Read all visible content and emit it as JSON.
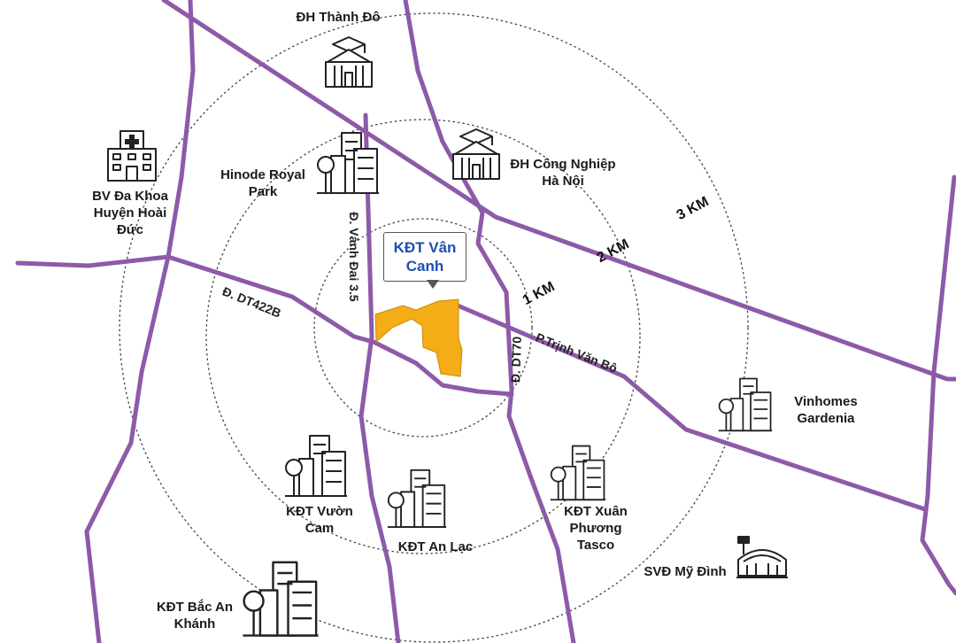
{
  "colors": {
    "road": "#8e5aa8",
    "project": "#f4ac17",
    "ring": "#444444",
    "callout_text": "#1e4fb5"
  },
  "project": {
    "line1": "KĐT Vân",
    "line2": "Canh"
  },
  "rings": {
    "r1": "1 KM",
    "r2": "2 KM",
    "r3": "3 KM"
  },
  "roads": {
    "dt422b": "Đ. DT422B",
    "vanh_dai": "Đ. Vành Đai 3.5",
    "trinh_van_bo": "P.Trịnh Văn Bô",
    "dt70": "Đ. DT70"
  },
  "places": {
    "dh_thanh_do": "ĐH Thành Đô",
    "bv_line1": "BV Đa Khoa",
    "bv_line2": "Huyện Hoài",
    "bv_line3": "Đức",
    "hinode_line1": "Hinode Royal",
    "hinode_line2": "Park",
    "dhcn_line1": "ĐH Công Nghiệp",
    "dhcn_line2": "Hà Nội",
    "vinhomes_line1": "Vinhomes",
    "vinhomes_line2": "Gardenia",
    "vuon_cam_line1": "KĐT Vườn",
    "vuon_cam_line2": "Cam",
    "an_lac": "KĐT An Lạc",
    "xuan_phuong_line1": "KĐT Xuân",
    "xuan_phuong_line2": "Phương",
    "xuan_phuong_line3": "Tasco",
    "my_dinh": "SVĐ Mỹ Đình",
    "bac_an_khanh_line1": "KĐT Bắc An",
    "bac_an_khanh_line2": "Khánh"
  },
  "icons": {
    "university": "university-icon",
    "hospital": "hospital-icon",
    "buildings": "city-buildings-icon",
    "stadium": "stadium-icon"
  }
}
